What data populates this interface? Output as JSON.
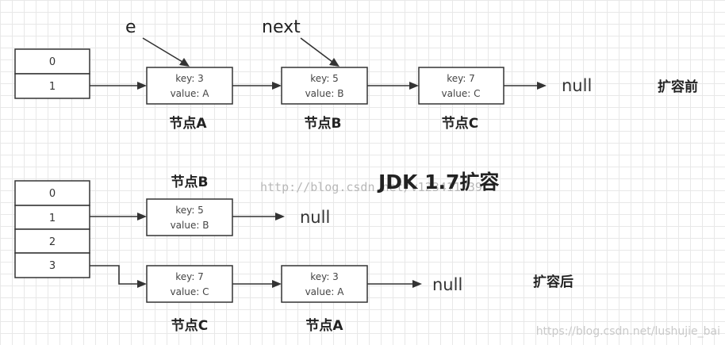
{
  "before": {
    "table": [
      "0",
      "1"
    ],
    "nodes": [
      {
        "key": "key: 3",
        "value": "value: A",
        "name": "节点A"
      },
      {
        "key": "key: 5",
        "value": "value: B",
        "name": "节点B"
      },
      {
        "key": "key: 7",
        "value": "value: C",
        "name": "节点C"
      }
    ],
    "null": "null",
    "pointers": {
      "e": "e",
      "next": "next"
    },
    "label": "扩容前"
  },
  "title": "JDK 1.7扩容",
  "after": {
    "table": [
      "0",
      "1",
      "2",
      "3"
    ],
    "bucket1_name": "节点B",
    "bucket1_node": {
      "key": "key: 5",
      "value": "value: B"
    },
    "bucket1_null": "null",
    "bucket3_nodes": [
      {
        "key": "key: 7",
        "value": "value: C",
        "name": "节点C"
      },
      {
        "key": "key: 3",
        "value": "value: A",
        "name": "节点A"
      }
    ],
    "bucket3_null": "null",
    "label": "扩容后"
  },
  "watermarks": {
    "center": "http://blog.csdn.net/v123411739",
    "corner": "https://blog.csdn.net/lushujie_bai"
  }
}
